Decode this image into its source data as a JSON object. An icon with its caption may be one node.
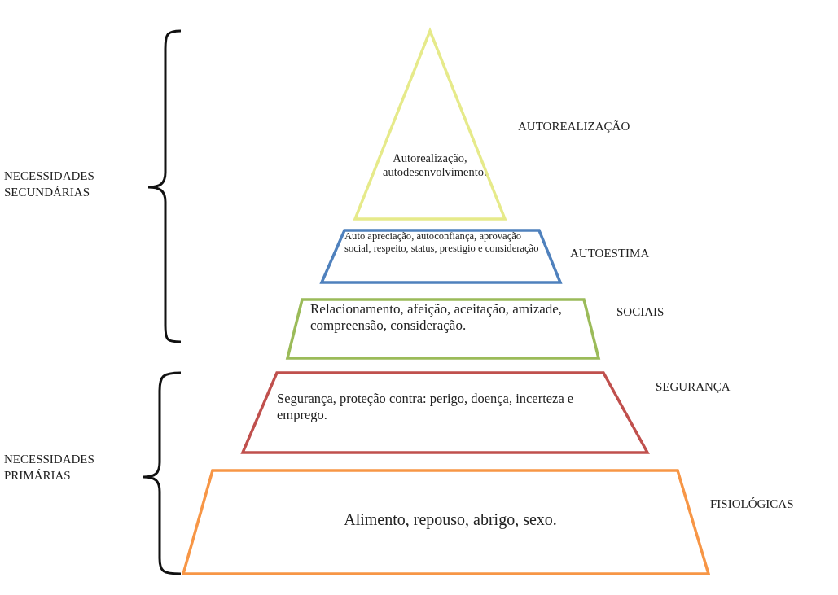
{
  "diagram": {
    "nodes": [
      {
        "text": [
          "Autorealização, autodesenvolvimento."
        ],
        "beside": [
          "AUTOREALIZAÇÃO"
        ]
      },
      {
        "text": [
          "Auto apreciação, autoconfiança, aprovação social, respeito, status, prestigio e consideração"
        ],
        "beside": [
          "AUTOESTIMA"
        ]
      },
      {
        "text": [
          "Relacionamento, afeição, aceitação, amizade, compreensão, consideração."
        ],
        "beside": [
          "SOCIAIS"
        ]
      },
      {
        "text": [
          "Segurança, proteção contra: perigo, doença, incerteza e emprego."
        ],
        "beside": [
          "SEGURANÇA"
        ]
      },
      {
        "text": [
          "Alimento, repouso, abrigo, sexo."
        ],
        "beside": [
          "FISIOLÓGICAS"
        ]
      }
    ],
    "labels": [
      "NECESSIDADES SECUNDÁRIAS",
      "NECESSIDADES PRIMÁRIAS"
    ]
  }
}
